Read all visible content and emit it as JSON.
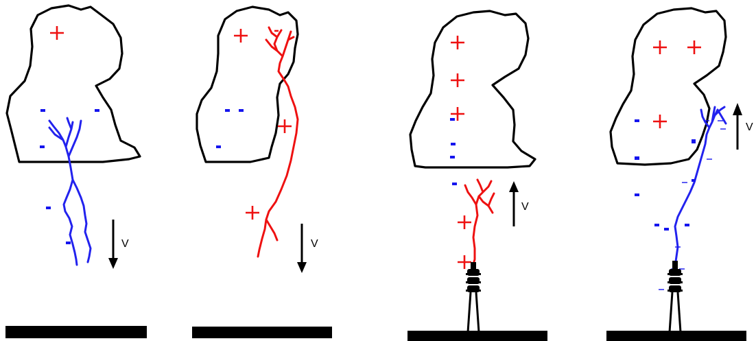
{
  "panels": [
    {
      "id": "downward-negative",
      "arrow_direction": "down",
      "velocity_label": "V",
      "leader_color": "#2222ee",
      "leader_charge": "-",
      "has_tower": false
    },
    {
      "id": "downward-positive",
      "arrow_direction": "down",
      "velocity_label": "V",
      "leader_color": "#ee1111",
      "leader_charge": "+",
      "has_tower": false
    },
    {
      "id": "upward-positive",
      "arrow_direction": "up",
      "velocity_label": "V",
      "leader_color": "#ee1111",
      "leader_charge": "+",
      "has_tower": true
    },
    {
      "id": "upward-negative",
      "arrow_direction": "up",
      "velocity_label": "V",
      "leader_color": "#2222ee",
      "leader_charge": "-",
      "has_tower": true
    }
  ],
  "colors": {
    "positive": "#ee1111",
    "negative": "#1515ee",
    "outline": "#000000"
  }
}
